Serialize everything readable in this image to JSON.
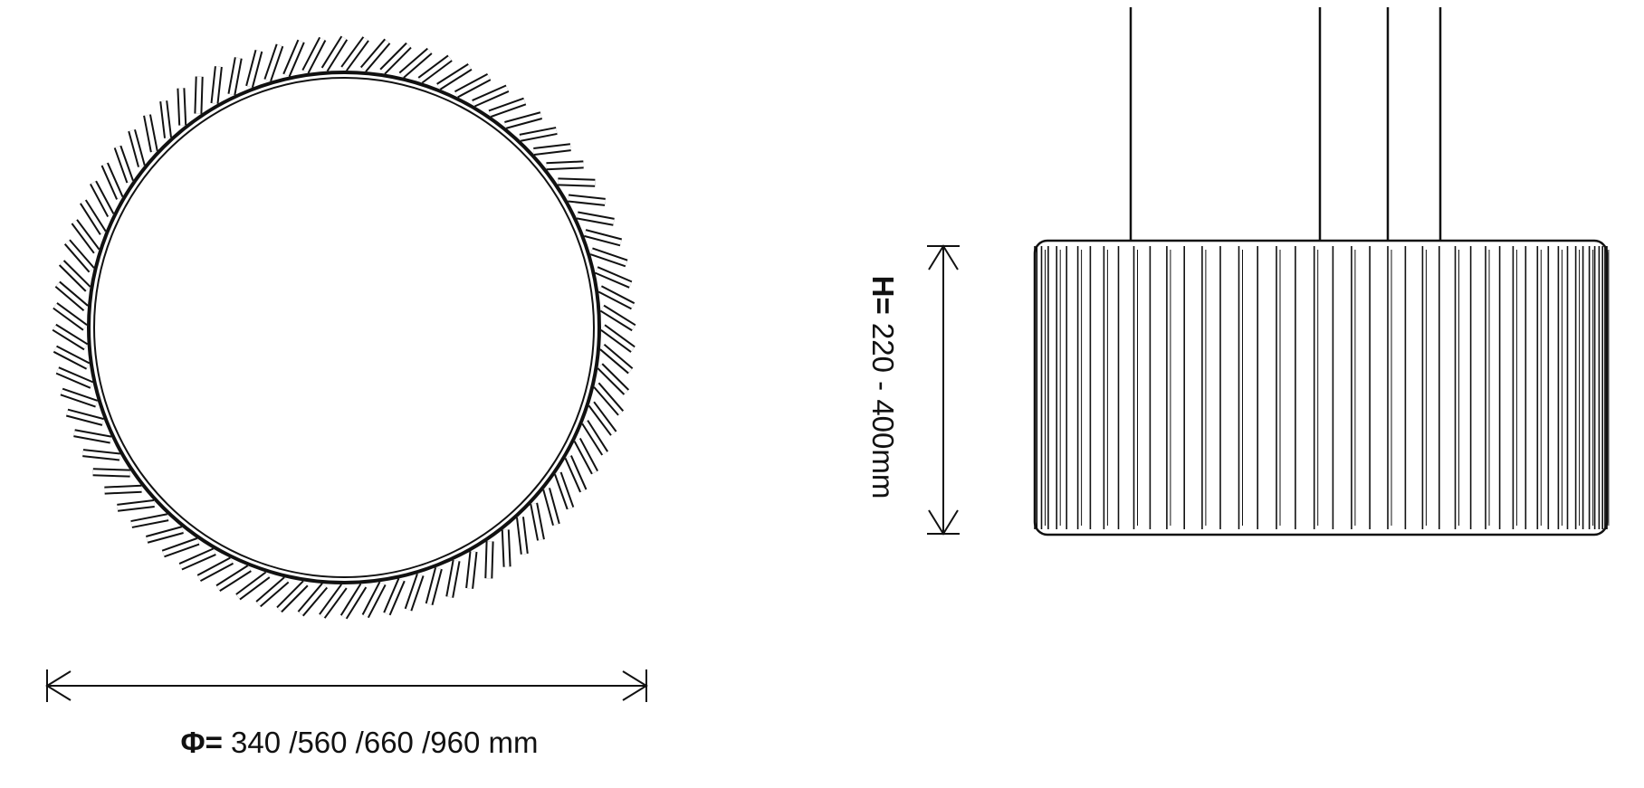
{
  "top_view": {
    "diameter_symbol": "Φ=",
    "diameter_values": " 340 /560 /660 /960 mm"
  },
  "side_view": {
    "height_symbol": "H=",
    "height_values": " 220 - 400mm"
  },
  "colors": {
    "line": "#111111",
    "background": "#ffffff"
  }
}
